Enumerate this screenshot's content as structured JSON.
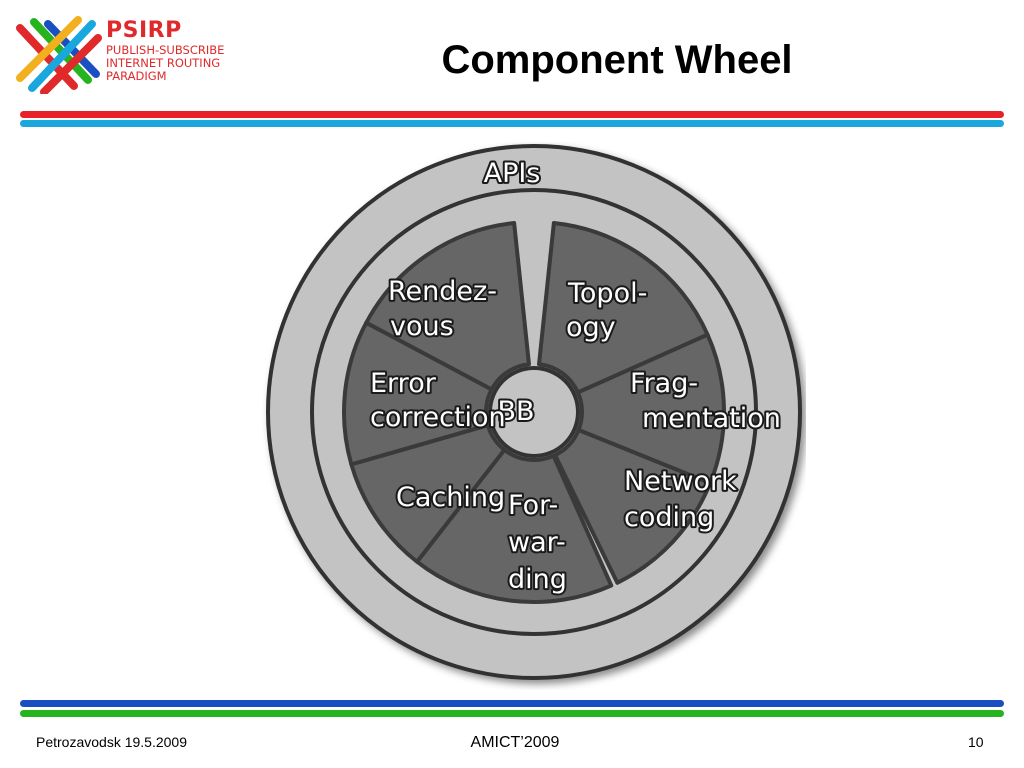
{
  "logo": {
    "name": "PSIRP",
    "lines": [
      "PUBLISH-SUBSCRIBE",
      "INTERNET ROUTING",
      "PARADIGM"
    ]
  },
  "slide": {
    "title": "Component Wheel"
  },
  "wheel": {
    "rim_label": "APIs",
    "hub_label": "BB",
    "segments": [
      {
        "id": "rendezvous",
        "lines": [
          "Rendez-",
          "vous"
        ]
      },
      {
        "id": "topology",
        "lines": [
          "Topol-",
          "ogy"
        ]
      },
      {
        "id": "fragmentation",
        "lines": [
          "Frag-",
          "mentation"
        ]
      },
      {
        "id": "network-coding",
        "lines": [
          "Network",
          "coding"
        ]
      },
      {
        "id": "forwarding",
        "lines": [
          "For-",
          "war-",
          "ding"
        ]
      },
      {
        "id": "caching",
        "lines": [
          "Caching"
        ]
      },
      {
        "id": "error-correction",
        "lines": [
          "Error",
          "correction"
        ]
      }
    ]
  },
  "footer": {
    "left": "Petrozavodsk 19.5.2009",
    "center": "AMICT’2009",
    "page": "10"
  },
  "colors": {
    "red": "#e8222a",
    "cyan": "#19a7de",
    "blue": "#1a4fc2",
    "green": "#26b31e",
    "rim": "#c3c3c3",
    "segment": "#666666",
    "outline": "#3a3a3a"
  }
}
